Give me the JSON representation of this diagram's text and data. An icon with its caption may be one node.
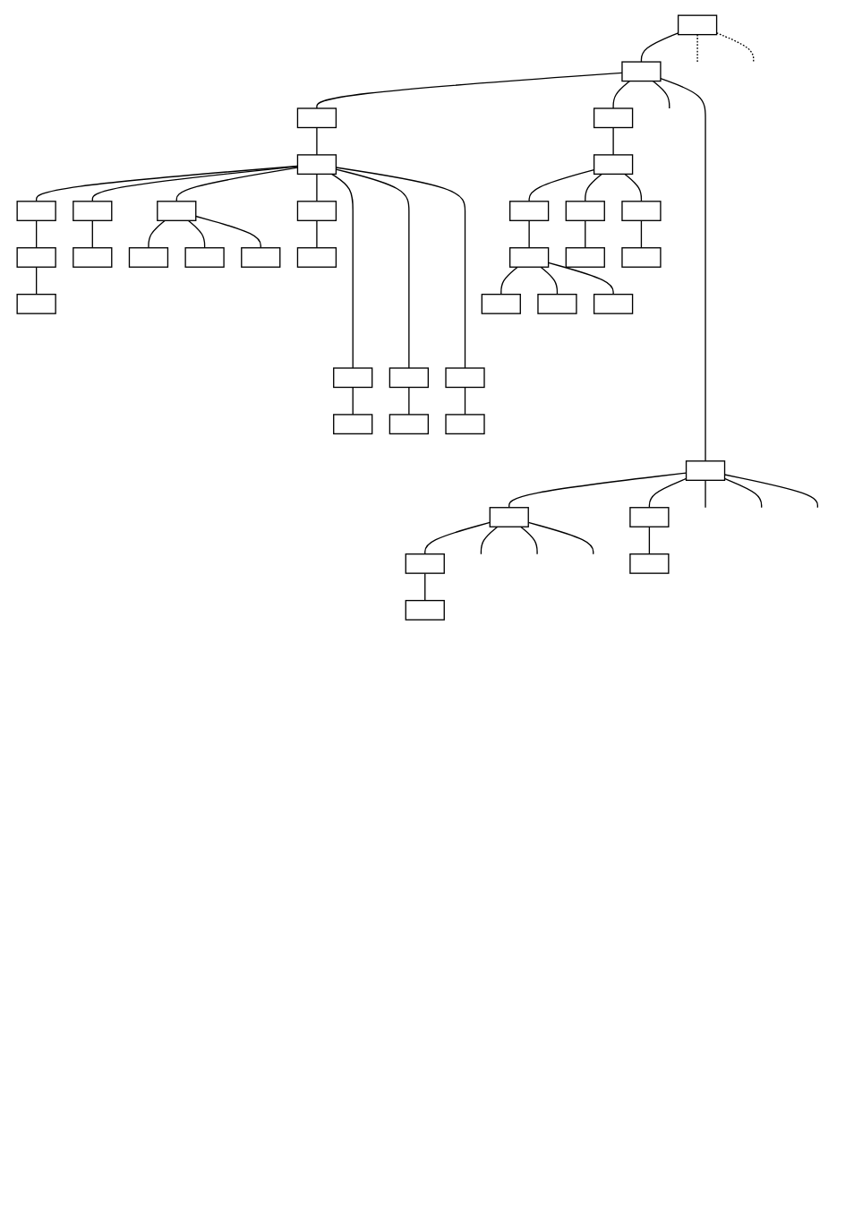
{
  "diagram": {
    "nodes": [
      {
        "text": [],
        "shape": "box"
      },
      {
        "text": [],
        "shape": "box"
      },
      {
        "text": [],
        "shape": "box"
      },
      {
        "text": [],
        "shape": "box"
      },
      {
        "text": [],
        "shape": "box"
      },
      {
        "text": [],
        "shape": "box"
      },
      {
        "text": [],
        "shape": "box"
      },
      {
        "text": [],
        "shape": "box"
      },
      {
        "text": [],
        "shape": "box"
      },
      {
        "text": [],
        "shape": "box"
      },
      {
        "text": [],
        "shape": "box"
      },
      {
        "text": [],
        "shape": "box"
      },
      {
        "text": [],
        "shape": "box"
      },
      {
        "text": [],
        "shape": "box"
      },
      {
        "text": [],
        "shape": "box"
      },
      {
        "text": [],
        "shape": "box"
      },
      {
        "text": [],
        "shape": "box"
      },
      {
        "text": [],
        "shape": "box"
      },
      {
        "text": [],
        "shape": "box"
      },
      {
        "text": [],
        "shape": "box"
      },
      {
        "text": [],
        "shape": "box"
      },
      {
        "text": [],
        "shape": "box"
      },
      {
        "text": [],
        "shape": "box"
      },
      {
        "text": [],
        "shape": "box"
      },
      {
        "text": [],
        "shape": "box"
      },
      {
        "text": [],
        "shape": "box"
      },
      {
        "text": [],
        "shape": "box"
      },
      {
        "text": [],
        "shape": "box"
      },
      {
        "text": [],
        "shape": "box"
      },
      {
        "text": [],
        "shape": "box"
      },
      {
        "text": [],
        "shape": "box"
      },
      {
        "text": [],
        "shape": "box"
      },
      {
        "text": [],
        "shape": "box"
      },
      {
        "text": [],
        "shape": "box"
      },
      {
        "text": [],
        "shape": "box"
      },
      {
        "text": [],
        "shape": "box"
      },
      {
        "text": [],
        "shape": "box"
      },
      {
        "text": [],
        "shape": "box"
      }
    ],
    "edges": [
      {
        "from": 0,
        "to": 1,
        "arrow": "none"
      },
      {
        "from": 0,
        "to": null,
        "arrow": "none",
        "style": "dashed"
      },
      {
        "from": 0,
        "to": null,
        "arrow": "none",
        "style": "dashed"
      },
      {
        "from": 1,
        "to": 2,
        "arrow": "none"
      },
      {
        "from": 1,
        "to": 3,
        "arrow": "none"
      },
      {
        "from": 1,
        "to": null,
        "arrow": "none"
      },
      {
        "from": 1,
        "to": 32,
        "arrow": "none"
      },
      {
        "from": 2,
        "to": 4,
        "arrow": "none"
      },
      {
        "from": 3,
        "to": 5,
        "arrow": "none"
      },
      {
        "from": 4,
        "to": 6,
        "arrow": "none"
      },
      {
        "from": 4,
        "to": 7,
        "arrow": "none"
      },
      {
        "from": 4,
        "to": 8,
        "arrow": "none"
      },
      {
        "from": 4,
        "to": 9,
        "arrow": "none"
      },
      {
        "from": 4,
        "to": 26,
        "arrow": "none"
      },
      {
        "from": 4,
        "to": 27,
        "arrow": "none"
      },
      {
        "from": 4,
        "to": 28,
        "arrow": "none"
      },
      {
        "from": 5,
        "to": 10,
        "arrow": "none"
      },
      {
        "from": 5,
        "to": 11,
        "arrow": "none"
      },
      {
        "from": 5,
        "to": 12,
        "arrow": "none"
      },
      {
        "from": 6,
        "to": 13,
        "arrow": "none"
      },
      {
        "from": 13,
        "to": 21,
        "arrow": "none"
      },
      {
        "from": 7,
        "to": 14,
        "arrow": "none"
      },
      {
        "from": 8,
        "to": 19,
        "arrow": "none"
      },
      {
        "from": 8,
        "to": 20,
        "arrow": "none"
      },
      {
        "from": 8,
        "to": 23,
        "arrow": "none"
      },
      {
        "from": 9,
        "to": 15,
        "arrow": "none"
      },
      {
        "from": 10,
        "to": 16,
        "arrow": "none"
      },
      {
        "from": 11,
        "to": 17,
        "arrow": "none"
      },
      {
        "from": 12,
        "to": 18,
        "arrow": "none"
      },
      {
        "from": 16,
        "to": 22,
        "arrow": "none"
      },
      {
        "from": 16,
        "to": 24,
        "arrow": "none"
      },
      {
        "from": 16,
        "to": 25,
        "arrow": "none"
      },
      {
        "from": 26,
        "to": 29,
        "arrow": "none"
      },
      {
        "from": 27,
        "to": 30,
        "arrow": "none"
      },
      {
        "from": 28,
        "to": 31,
        "arrow": "none"
      },
      {
        "from": 32,
        "to": 33,
        "arrow": "none"
      },
      {
        "from": 32,
        "to": 34,
        "arrow": "none"
      },
      {
        "from": 32,
        "to": null,
        "arrow": "none"
      },
      {
        "from": 32,
        "to": null,
        "arrow": "none"
      },
      {
        "from": 32,
        "to": null,
        "arrow": "none"
      },
      {
        "from": 33,
        "to": 35,
        "arrow": "none"
      },
      {
        "from": 33,
        "to": null,
        "arrow": "none"
      },
      {
        "from": 33,
        "to": null,
        "arrow": "none"
      },
      {
        "from": 33,
        "to": null,
        "arrow": "none"
      },
      {
        "from": 34,
        "to": 36,
        "arrow": "none"
      },
      {
        "from": 35,
        "to": 37,
        "arrow": "none"
      }
    ]
  }
}
